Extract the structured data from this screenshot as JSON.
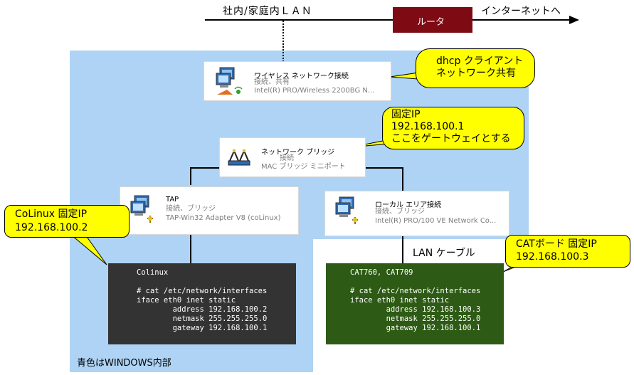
{
  "top_bar": {
    "lan_label": "社内/家庭内ＬＡＮ",
    "router_label": "ルータ",
    "internet_label": "インターネットへ"
  },
  "windows_region_label": "青色はWINDOWS内部",
  "cards": {
    "wireless": {
      "title": "ワイヤレス ネットワーク接続",
      "line1": "接続、共有",
      "line2": "Intel(R) PRO/Wireless 2200BG N..."
    },
    "bridge": {
      "title": "ネットワーク ブリッジ",
      "line1": "接続",
      "line2": "MAC ブリッジ ミニポート"
    },
    "tap": {
      "title": "TAP",
      "line1": "接続、ブリッジ",
      "line2": "TAP-Win32 Adapter V8 (coLinux)"
    },
    "local": {
      "title": "ローカル エリア接続",
      "line1": "接続、ブリッジ",
      "line2": "Intel(R) PRO/100 VE Network Co..."
    }
  },
  "callouts": {
    "dhcp": {
      "line1": "dhcp クライアント",
      "line2": "ネットワーク共有"
    },
    "bridge_ip": {
      "line1": "固定IP",
      "line2": "192.168.100.1",
      "line3": "ここをゲートウェイとする"
    },
    "colinux": {
      "line1": "CoLinux  固定IP",
      "line2": "192.168.100.2"
    },
    "cat": {
      "line1": "CATボード  固定IP",
      "line2": "192.168.100.3"
    }
  },
  "lan_cable_label": "LAN ケーブル",
  "terminals": {
    "colinux": [
      "Colinux",
      "",
      "# cat /etc/network/interfaces",
      "iface eth0 inet static",
      "        address 192.168.100.2",
      "        netmask 255.255.255.0",
      "        gateway 192.168.100.1"
    ],
    "cat": [
      "CAT760, CAT709",
      "",
      "# cat /etc/network/interfaces",
      "iface eth0 inet static",
      "        address 192.168.100.3",
      "        netmask 255.255.255.0",
      "        gateway 192.168.100.1"
    ]
  },
  "colors": {
    "windows_region": "#aed3f4",
    "router": "#7e0a14",
    "callout": "#ffff00",
    "colinux_terminal": "#333333",
    "cat_terminal": "#2d5a14"
  }
}
